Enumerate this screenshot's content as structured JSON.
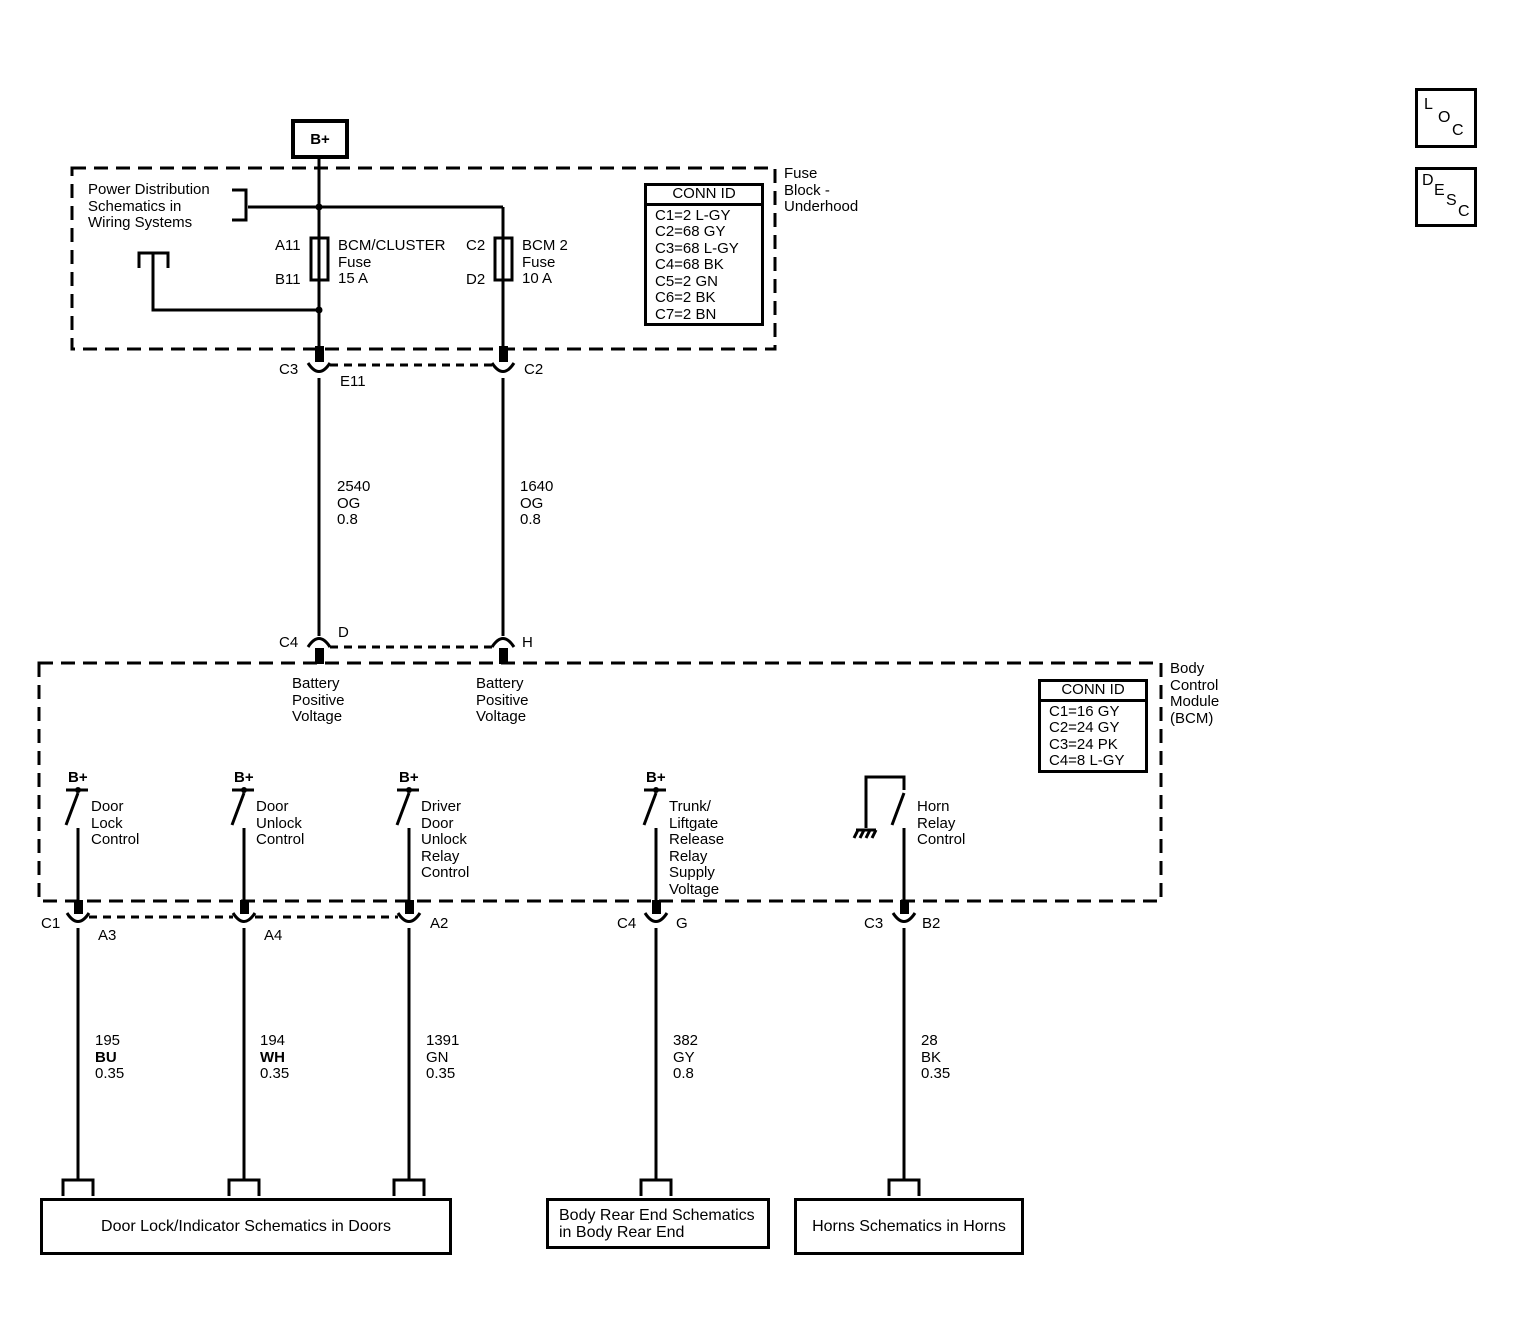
{
  "nav": {
    "loc_label": [
      "L",
      "O",
      "C"
    ],
    "desc_label": [
      "D",
      "E",
      "S",
      "C"
    ]
  },
  "source": {
    "label": "B+"
  },
  "fuse_block": {
    "name": [
      "Fuse",
      "Block -",
      "Underhood"
    ],
    "power_dist_ref": [
      "Power Distribution",
      "Schematics in",
      "Wiring Systems"
    ],
    "fuse1": {
      "pin_in": "A11",
      "pin_out": "B11",
      "label": [
        "BCM/CLUSTER",
        "Fuse",
        "15 A"
      ]
    },
    "fuse2": {
      "pin_in": "C2",
      "pin_out": "D2",
      "label": [
        "BCM 2",
        "Fuse",
        "10 A"
      ]
    },
    "conn_id": {
      "title": "CONN ID",
      "entries": [
        "C1=2 L-GY",
        "C2=68 GY",
        "C3=68 L-GY",
        "C4=68 BK",
        "C5=2 GN",
        "C6=2 BK",
        "C7=2 BN"
      ]
    }
  },
  "fuse_block_connectors": [
    {
      "conn": "C3",
      "pin": "E11"
    },
    {
      "conn": "C2",
      "pin": ""
    }
  ],
  "power_wires": [
    {
      "circuit": "2540",
      "color": "OG",
      "size": "0.8"
    },
    {
      "circuit": "1640",
      "color": "OG",
      "size": "0.8"
    }
  ],
  "bcm_input_connectors": [
    {
      "conn": "C4",
      "pin": "D"
    },
    {
      "conn": "",
      "pin": "H"
    }
  ],
  "bcm": {
    "name": [
      "Body",
      "Control",
      "Module",
      "(BCM)"
    ],
    "inputs": [
      [
        "Battery",
        "Positive",
        "Voltage"
      ],
      [
        "Battery",
        "Positive",
        "Voltage"
      ]
    ],
    "conn_id": {
      "title": "CONN ID",
      "entries": [
        "C1=16 GY",
        "C2=24 GY",
        "C3=24 PK",
        "C4=8 L-GY"
      ]
    },
    "outputs": [
      {
        "supply": "B+",
        "label": [
          "Door",
          "Lock",
          "Control"
        ]
      },
      {
        "supply": "B+",
        "label": [
          "Door",
          "Unlock",
          "Control"
        ]
      },
      {
        "supply": "B+",
        "label": [
          "Driver",
          "Door",
          "Unlock",
          "Relay",
          "Control"
        ]
      },
      {
        "supply": "B+",
        "label": [
          "Trunk/",
          "Liftgate",
          "Release",
          "Relay",
          "Supply",
          "Voltage"
        ]
      },
      {
        "supply": "",
        "label": [
          "Horn",
          "Relay",
          "Control"
        ]
      }
    ]
  },
  "bcm_output_connectors": [
    {
      "conn": "C1",
      "pin": "A3"
    },
    {
      "conn": "",
      "pin": "A4"
    },
    {
      "conn": "",
      "pin": "A2"
    },
    {
      "conn": "C4",
      "pin": "G"
    },
    {
      "conn": "C3",
      "pin": "B2"
    }
  ],
  "output_wires": [
    {
      "circuit": "195",
      "color": "BU",
      "size": "0.35"
    },
    {
      "circuit": "194",
      "color": "WH",
      "size": "0.35"
    },
    {
      "circuit": "1391",
      "color": "GN",
      "size": "0.35"
    },
    {
      "circuit": "382",
      "color": "GY",
      "size": "0.8"
    },
    {
      "circuit": "28",
      "color": "BK",
      "size": "0.35"
    }
  ],
  "destinations": [
    {
      "label": [
        "Door Lock/Indicator Schematics in Doors"
      ]
    },
    {
      "label": [
        "Body Rear End Schematics",
        "in Body Rear End"
      ]
    },
    {
      "label": [
        "Horns Schematics in Horns"
      ]
    }
  ]
}
